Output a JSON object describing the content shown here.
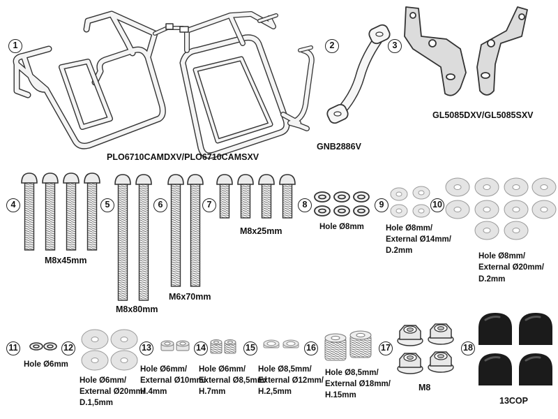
{
  "items": [
    {
      "num": "1",
      "label": "PLO6710CAMDXV/PLO6710CAMSXV"
    },
    {
      "num": "2",
      "label": "GNB2886V"
    },
    {
      "num": "3",
      "label": "GL5085DXV/GL5085SXV"
    },
    {
      "num": "4",
      "label": "M8x45mm"
    },
    {
      "num": "5",
      "label": "M8x80mm"
    },
    {
      "num": "6",
      "label": "M6x70mm"
    },
    {
      "num": "7",
      "label": "M8x25mm"
    },
    {
      "num": "8",
      "label": "Hole Ø8mm"
    },
    {
      "num": "9",
      "label": [
        "Hole Ø8mm/",
        "External Ø14mm/",
        "D.2mm"
      ]
    },
    {
      "num": "10",
      "label": [
        "Hole Ø8mm/",
        "External Ø20mm/",
        "D.2mm"
      ]
    },
    {
      "num": "11",
      "label": "Hole Ø6mm"
    },
    {
      "num": "12",
      "label": [
        "Hole Ø6mm/",
        "External Ø20mm/",
        "D.1,5mm"
      ]
    },
    {
      "num": "13",
      "label": [
        "Hole Ø6mm/",
        "External Ø10mm/",
        "H.4mm"
      ]
    },
    {
      "num": "14",
      "label": [
        "Hole Ø6mm/",
        "External Ø8,5mm/",
        "H.7mm"
      ]
    },
    {
      "num": "15",
      "label": [
        "Hole Ø8,5mm/",
        "External Ø12mm/",
        "H.2,5mm"
      ]
    },
    {
      "num": "16",
      "label": [
        "Hole Ø8,5mm/",
        "External Ø18mm/",
        "H.15mm"
      ]
    },
    {
      "num": "17",
      "label": "M8"
    },
    {
      "num": "18",
      "label": "13COP"
    }
  ]
}
